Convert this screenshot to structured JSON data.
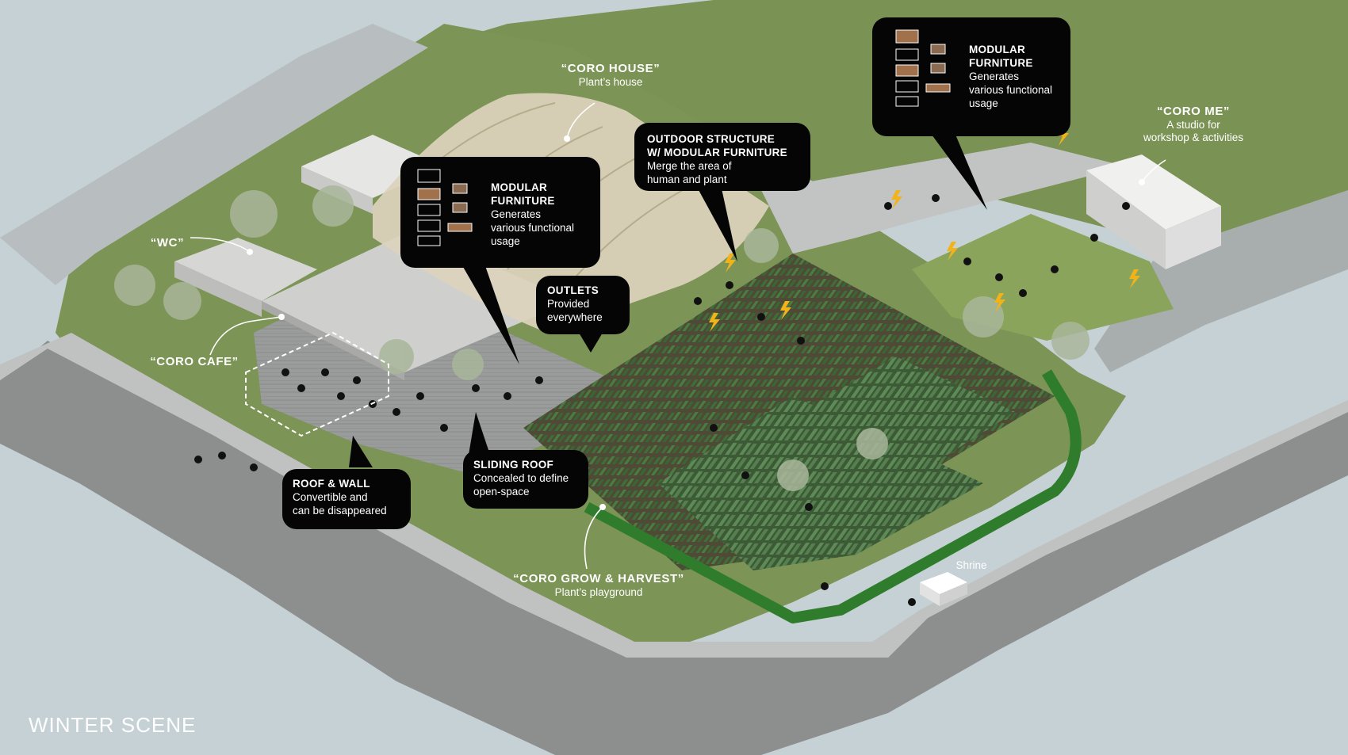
{
  "scene_title": "WINTER SCENE",
  "callouts": {
    "modular_furniture_left": {
      "title": "MODULAR\nFURNITURE",
      "text": "Generates\nvarious  functional\nusage"
    },
    "modular_furniture_right": {
      "title": "MODULAR\nFURNITURE",
      "text": "Generates\nvarious  functional\nusage"
    },
    "outdoor_structure": {
      "title": "OUTDOOR STRUCTURE\nW/ MODULAR FURNITURE",
      "text": "Merge the area of\nhuman and plant"
    },
    "outlets": {
      "title": "OUTLETS",
      "text": "Provided\neverywhere"
    },
    "sliding_roof": {
      "title": "SLIDING ROOF",
      "text": "Concealed to define\nopen-space"
    },
    "roof_wall": {
      "title": "ROOF & WALL",
      "text": "Convertible and\ncan be disappeared"
    }
  },
  "labels": {
    "coro_house": {
      "title": "“CORO HOUSE”",
      "sub": "Plant’s house"
    },
    "coro_me": {
      "title": "“CORO ME”",
      "sub": "A studio for\nworkshop & activities"
    },
    "wc": {
      "title": "“WC”"
    },
    "coro_cafe": {
      "title": "“CORO CAFE”"
    },
    "coro_grow": {
      "title": "“CORO GROW & HARVEST”",
      "sub": "Plant’s playground"
    },
    "shrine": {
      "title": "Shrine"
    }
  },
  "colors": {
    "background": "#c6d1d6",
    "road": "#8d8f8f",
    "grass": "#7c9455",
    "grass_dark": "#5f7a3e",
    "hedge": "#2f7d2c",
    "callout": "#050505",
    "outlet_bolt": "#f2b21a"
  }
}
